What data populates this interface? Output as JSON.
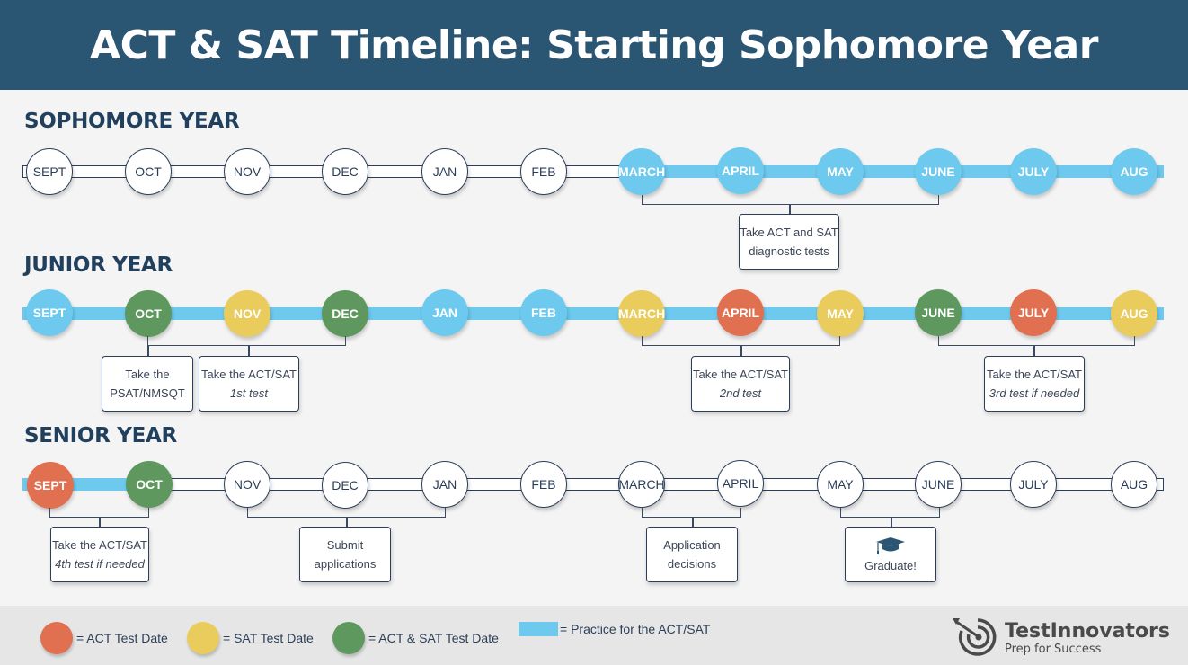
{
  "title": "ACT & SAT Timeline: Starting Sophomore Year",
  "colors": {
    "header_bg": "#2b5673",
    "practice_blue": "#6dcaee",
    "act_red": "#e07050",
    "sat_yellow": "#e9cc5c",
    "both_green": "#5f985f",
    "navy_text": "#21405e"
  },
  "years": [
    {
      "label": "SOPHOMORE YEAR",
      "months": [
        {
          "label": "SEPT",
          "type": "none"
        },
        {
          "label": "OCT",
          "type": "none"
        },
        {
          "label": "NOV",
          "type": "none"
        },
        {
          "label": "DEC",
          "type": "none"
        },
        {
          "label": "JAN",
          "type": "none"
        },
        {
          "label": "FEB",
          "type": "none"
        },
        {
          "label": "MARCH",
          "type": "practice"
        },
        {
          "label": "APRIL",
          "type": "practice"
        },
        {
          "label": "MAY",
          "type": "practice"
        },
        {
          "label": "JUNE",
          "type": "practice"
        },
        {
          "label": "JULY",
          "type": "practice"
        },
        {
          "label": "AUG",
          "type": "practice"
        }
      ],
      "notes": [
        {
          "line1": "Take ACT and SAT",
          "line2": "diagnostic tests",
          "span": "MARCH–JUNE"
        }
      ]
    },
    {
      "label": "JUNIOR YEAR",
      "months": [
        {
          "label": "SEPT",
          "type": "practice"
        },
        {
          "label": "OCT",
          "type": "act-sat"
        },
        {
          "label": "NOV",
          "type": "sat"
        },
        {
          "label": "DEC",
          "type": "act-sat"
        },
        {
          "label": "JAN",
          "type": "practice"
        },
        {
          "label": "FEB",
          "type": "practice"
        },
        {
          "label": "MARCH",
          "type": "sat"
        },
        {
          "label": "APRIL",
          "type": "act"
        },
        {
          "label": "MAY",
          "type": "sat"
        },
        {
          "label": "JUNE",
          "type": "act-sat"
        },
        {
          "label": "JULY",
          "type": "act"
        },
        {
          "label": "AUG",
          "type": "sat"
        }
      ],
      "notes": [
        {
          "line1": "Take the",
          "line2": "PSAT/NMSQT",
          "span": "OCT"
        },
        {
          "line1": "Take the ACT/SAT",
          "line2": "1st test",
          "span": "OCT–DEC"
        },
        {
          "line1": "Take the ACT/SAT",
          "line2": "2nd test",
          "span": "MARCH–MAY"
        },
        {
          "line1": "Take the ACT/SAT",
          "line2": "3rd test if needed",
          "span": "JUNE–AUG"
        }
      ]
    },
    {
      "label": "SENIOR YEAR",
      "months": [
        {
          "label": "SEPT",
          "type": "act"
        },
        {
          "label": "OCT",
          "type": "act-sat"
        },
        {
          "label": "NOV",
          "type": "none"
        },
        {
          "label": "DEC",
          "type": "none"
        },
        {
          "label": "JAN",
          "type": "none"
        },
        {
          "label": "FEB",
          "type": "none"
        },
        {
          "label": "MARCH",
          "type": "none"
        },
        {
          "label": "APRIL",
          "type": "none"
        },
        {
          "label": "MAY",
          "type": "none"
        },
        {
          "label": "JUNE",
          "type": "none"
        },
        {
          "label": "JULY",
          "type": "none"
        },
        {
          "label": "AUG",
          "type": "none"
        }
      ],
      "notes": [
        {
          "line1": "Take the ACT/SAT",
          "line2": "4th test if needed",
          "span": "SEPT–OCT"
        },
        {
          "line1": "Submit",
          "line2": "applications",
          "span": "NOV–JAN"
        },
        {
          "line1": "Application",
          "line2": "decisions",
          "span": "MARCH–APRIL"
        },
        {
          "line1": "",
          "line2": "Graduate!",
          "span": "MAY–JUNE",
          "icon": "graduation-cap-icon"
        }
      ]
    }
  ],
  "legend": [
    {
      "label": "= ACT Test Date",
      "color": "#e07050"
    },
    {
      "label": "= SAT Test Date",
      "color": "#e9cc5c"
    },
    {
      "label": "= ACT & SAT Test Date",
      "color": "#5f985f"
    },
    {
      "label": "= Practice for the ACT/SAT",
      "color": "#6dcaee"
    }
  ],
  "logo": {
    "name": "TestInnovators",
    "tagline": "Prep for Success",
    "icon": "target-arrow-icon"
  }
}
